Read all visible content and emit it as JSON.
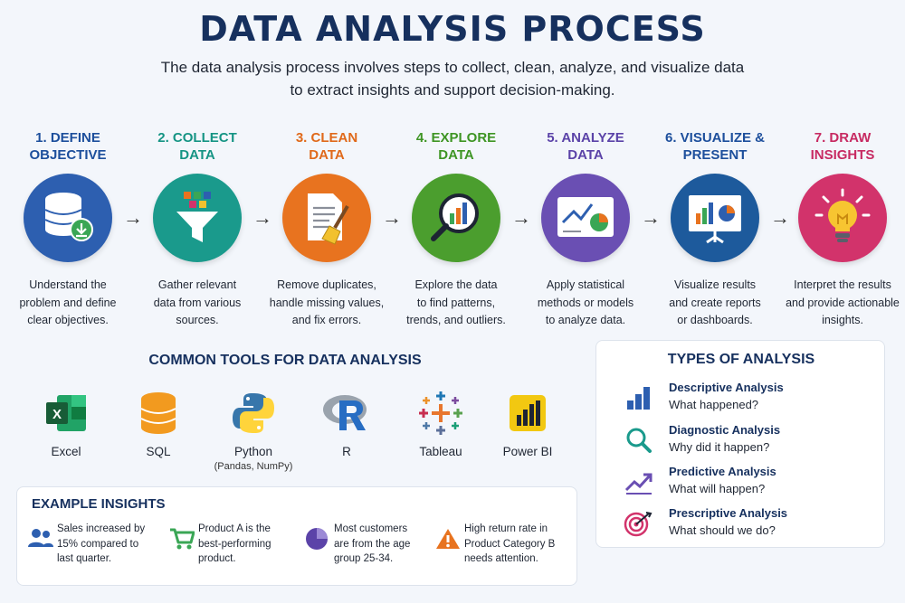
{
  "header": {
    "title": "DATA ANALYSIS PROCESS",
    "subtitle_line1": "The data analysis process involves steps to collect, clean, analyze, and visualize data",
    "subtitle_line2": "to extract insights and support decision-making."
  },
  "steps": [
    {
      "number": "1. DEFINE",
      "title2": "OBJECTIVE",
      "color": "#2d5fb0",
      "icon": "database-download-icon",
      "desc1": "Understand the",
      "desc2": "problem and define",
      "desc3": "clear objectives."
    },
    {
      "number": "2. COLLECT",
      "title2": "DATA",
      "color": "#1a9a8c",
      "icon": "funnel-icon",
      "desc1": "Gather relevant",
      "desc2": "data from various",
      "desc3": "sources."
    },
    {
      "number": "3. CLEAN",
      "title2": "DATA",
      "color": "#e8731f",
      "icon": "document-broom-icon",
      "desc1": "Remove duplicates,",
      "desc2": "handle missing values,",
      "desc3": "and fix errors."
    },
    {
      "number": "4. EXPLORE",
      "title2": "DATA",
      "color": "#4b9e2e",
      "icon": "magnifier-chart-icon",
      "desc1": "Explore the data",
      "desc2": "to find patterns,",
      "desc3": "trends, and outliers."
    },
    {
      "number": "5. ANALYZE",
      "title2": "DATA",
      "color": "#6a4fb3",
      "icon": "analytics-screen-icon",
      "desc1": "Apply statistical",
      "desc2": "methods or models",
      "desc3": "to analyze data."
    },
    {
      "number": "6. VISUALIZE &",
      "title2": "PRESENT",
      "color": "#1d5a9c",
      "icon": "presentation-board-icon",
      "desc1": "Visualize results",
      "desc2": "and create reports",
      "desc3": "or dashboards."
    },
    {
      "number": "7. DRAW",
      "title2": "INSIGHTS",
      "color": "#d2336b",
      "icon": "lightbulb-icon",
      "desc1": "Interpret the results",
      "desc2": "and provide actionable",
      "desc3": "insights."
    }
  ],
  "tools": {
    "title": "COMMON TOOLS FOR DATA ANALYSIS",
    "items": [
      {
        "name": "Excel",
        "icon": "excel-icon"
      },
      {
        "name": "SQL",
        "icon": "sql-database-icon"
      },
      {
        "name": "Python",
        "sub": "(Pandas, NumPy)",
        "icon": "python-icon"
      },
      {
        "name": "R",
        "icon": "r-logo-icon"
      },
      {
        "name": "Tableau",
        "icon": "tableau-icon"
      },
      {
        "name": "Power BI",
        "icon": "powerbi-icon"
      }
    ]
  },
  "insights": {
    "title": "EXAMPLE INSIGHTS",
    "items": [
      {
        "l1": "Sales increased by",
        "l2": "15% compared to",
        "l3": "last quarter.",
        "icon": "users-icon"
      },
      {
        "l1": "Product A is the",
        "l2": "best-performing",
        "l3": "product.",
        "icon": "cart-icon"
      },
      {
        "l1": "Most customers",
        "l2": "are from the age",
        "l3": "group 25-34.",
        "icon": "pie-chart-icon"
      },
      {
        "l1": "High return rate in",
        "l2": "Product Category B",
        "l3": "needs attention.",
        "icon": "warning-icon"
      }
    ]
  },
  "types": {
    "title": "TYPES OF ANALYSIS",
    "items": [
      {
        "name": "Descriptive Analysis",
        "question": "What happened?",
        "icon": "bar-chart-icon"
      },
      {
        "name": "Diagnostic Analysis",
        "question": "Why did it happen?",
        "icon": "search-icon"
      },
      {
        "name": "Predictive Analysis",
        "question": "What will happen?",
        "icon": "trend-up-icon"
      },
      {
        "name": "Prescriptive Analysis",
        "question": "What should we do?",
        "icon": "target-icon"
      }
    ]
  }
}
